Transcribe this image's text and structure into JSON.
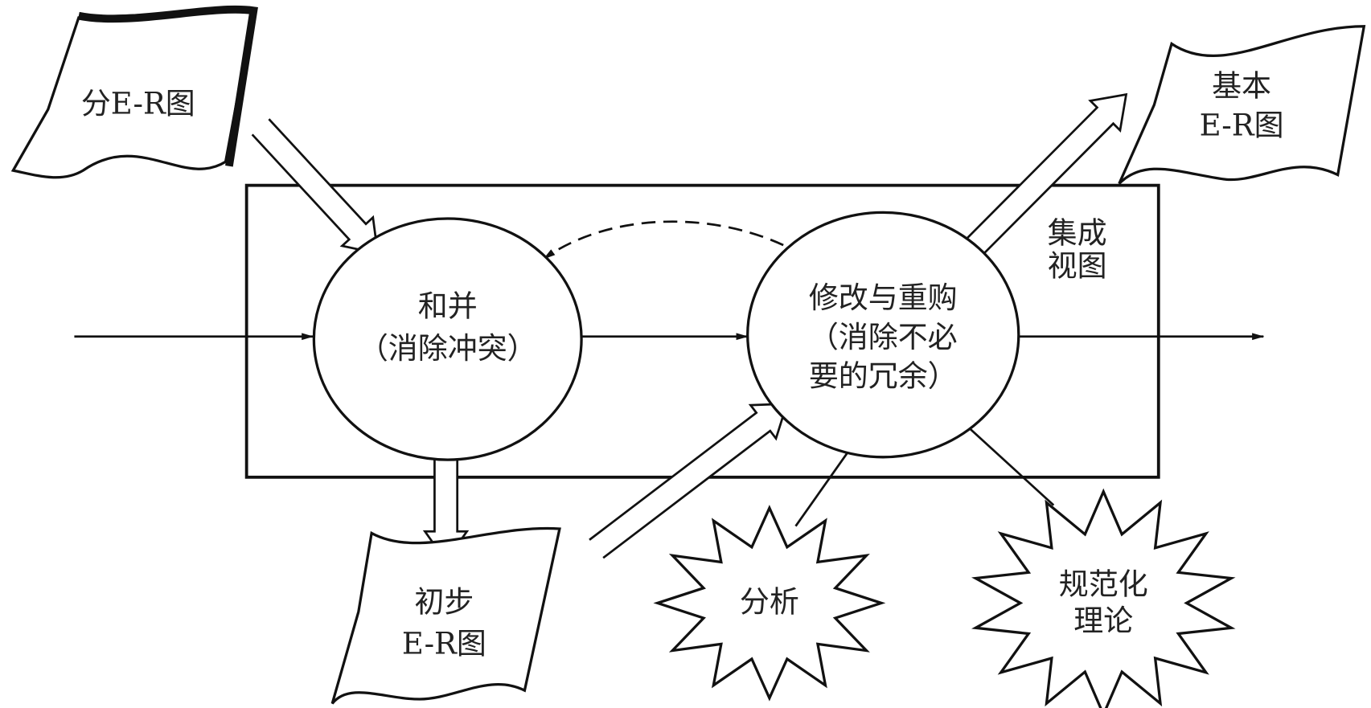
{
  "title": "集成视图 E-R图 process",
  "box_label": [
    "集成",
    "视图"
  ],
  "documents": {
    "sub_er": "分E-R图",
    "basic_er": [
      "基本",
      "E-R图"
    ],
    "initial_er": [
      "初步",
      "E-R图"
    ]
  },
  "processes": {
    "merge": [
      "和并",
      "（消除冲突）"
    ],
    "modify": [
      "修改与重购",
      "（消除不必",
      "要的冗余）"
    ]
  },
  "inputs": {
    "analysis": "分析",
    "normalization": [
      "规范化",
      "理论"
    ]
  }
}
